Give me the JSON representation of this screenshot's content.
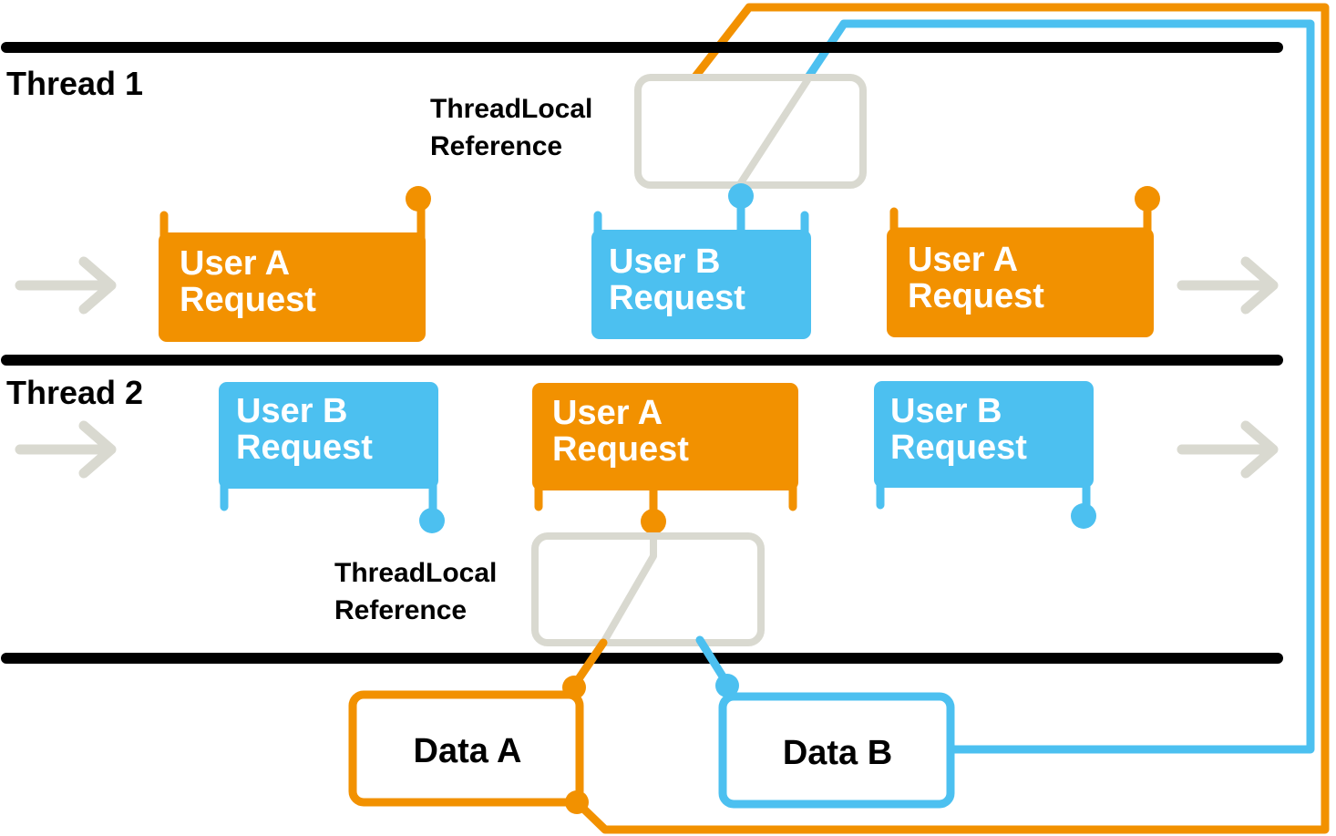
{
  "colors": {
    "user_a": "#f29100",
    "user_b": "#4cc0f0",
    "ref_box": "#d9d9d0",
    "arrow": "#d9d9d0",
    "divider": "#000000"
  },
  "threads": [
    {
      "label": "Thread 1"
    },
    {
      "label": "Thread 2"
    }
  ],
  "thread_local": {
    "line1": "ThreadLocal",
    "line2": "Reference"
  },
  "requests": {
    "t1_first": {
      "user": "User A",
      "word": "Request"
    },
    "t1_second": {
      "user": "User B",
      "word": "Request"
    },
    "t1_third": {
      "user": "User A",
      "word": "Request"
    },
    "t2_first": {
      "user": "User B",
      "word": "Request"
    },
    "t2_second": {
      "user": "User A",
      "word": "Request"
    },
    "t2_third": {
      "user": "User B",
      "word": "Request"
    }
  },
  "data": {
    "a": "Data A",
    "b": "Data B"
  },
  "icons": [
    "flow-arrow-icon",
    "connector-dot-icon"
  ]
}
